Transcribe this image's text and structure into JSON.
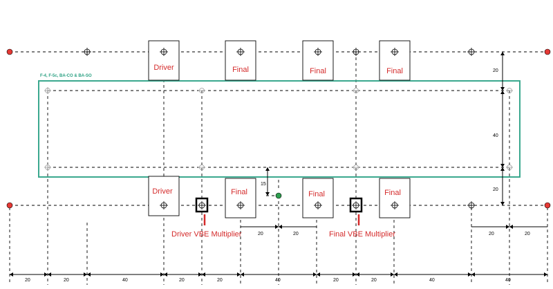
{
  "board": {
    "label": "F-4, F-5c, BA-CO & BA-SO",
    "color": "#3aa88e"
  },
  "colors": {
    "mount_hole": "#e53935",
    "ground_point": "#2e9e4f",
    "label_red": "#d42a2a"
  },
  "top_row": {
    "driver": "Driver",
    "final_1": "Final",
    "final_2": "Final",
    "final_3": "Final"
  },
  "bottom_row": {
    "driver": "Driver",
    "final_1": "Final",
    "final_2": "Final",
    "final_3": "Final"
  },
  "vbe": {
    "driver": "Driver VBE Multiplier",
    "final": "Final VBE Multiplier"
  },
  "dims_right": {
    "top": "20",
    "middle": "40",
    "lower": "20"
  },
  "dim_vertical": "15",
  "dims_mid": [
    "20",
    "20",
    "20",
    "20"
  ],
  "dims_bottom": [
    "20",
    "20",
    "40",
    "20",
    "20",
    "40",
    "20",
    "20",
    "40",
    "40"
  ],
  "icons": {
    "hole": "crosshair-hole-icon",
    "mount": "red-mount-icon",
    "ground": "green-ground-icon"
  }
}
